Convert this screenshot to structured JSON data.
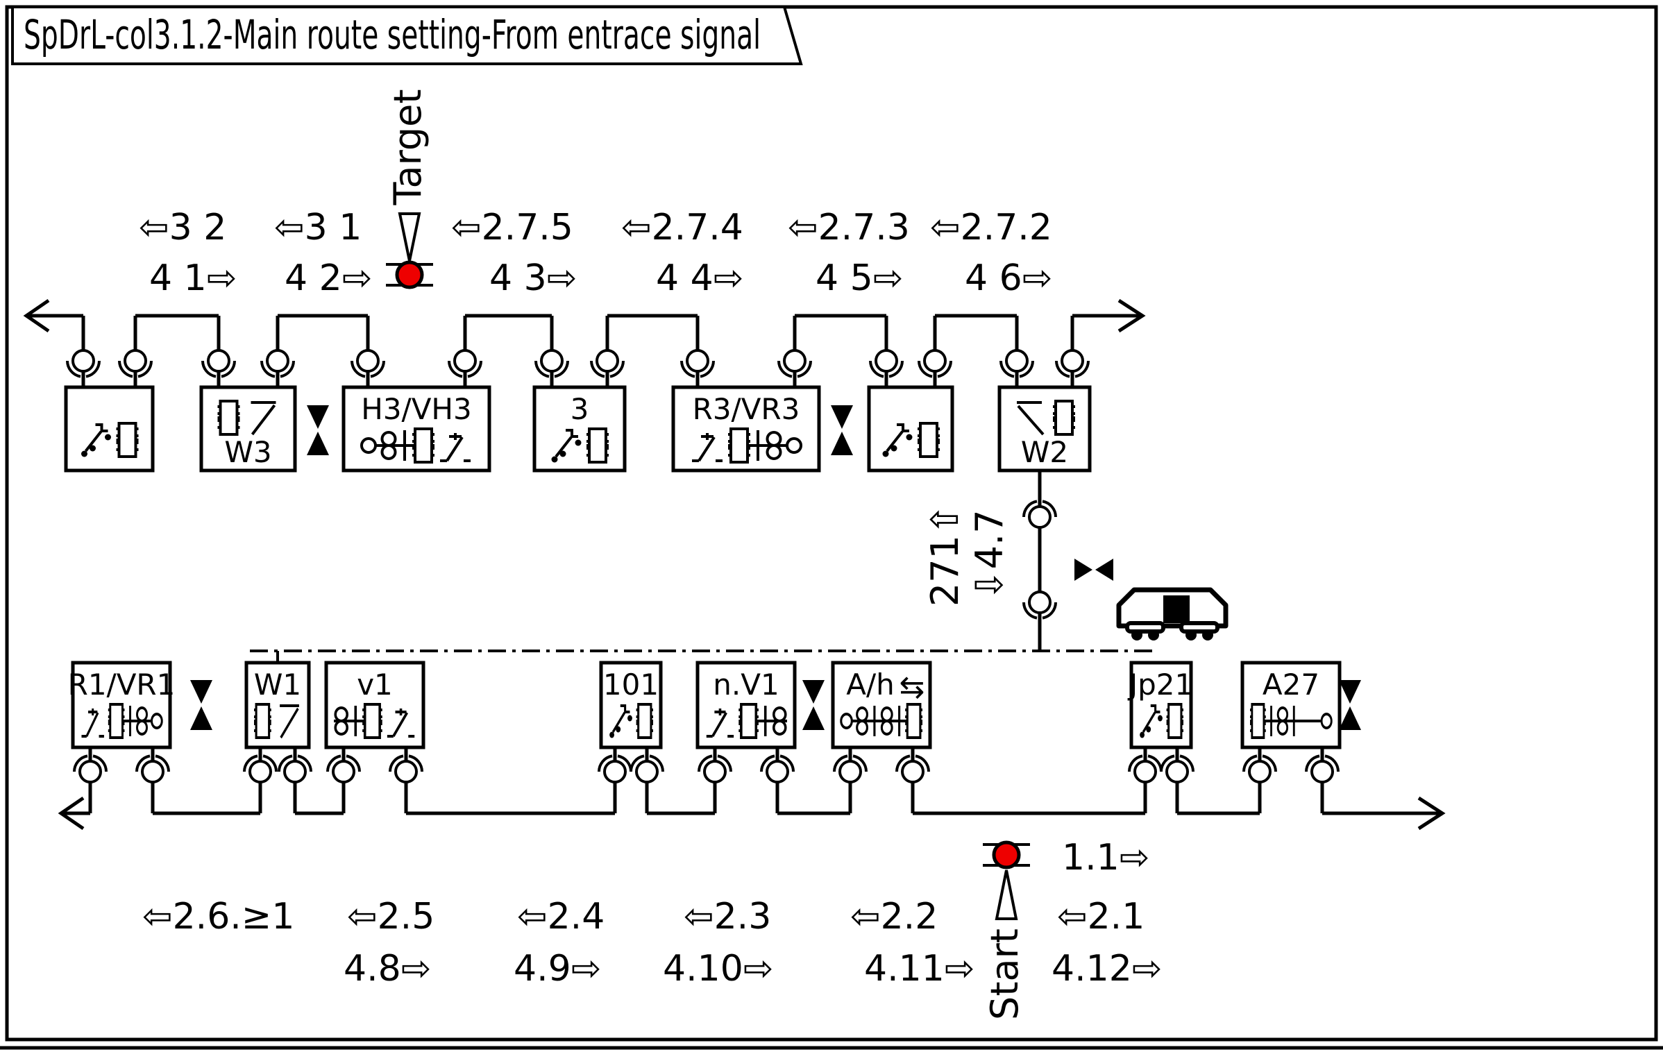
{
  "title": "SpDrL-col3.1.2-Main route setting-From entrace signal",
  "colors": {
    "accent_red": "#ee0000",
    "line": "#000000",
    "background": "#ffffff"
  },
  "icons": {
    "arrow_left": "⇦",
    "arrow_right": "⇨",
    "arrow_up": "⇧",
    "arrow_down": "⇩",
    "exchange": "⇆"
  },
  "markers": {
    "target": "Target",
    "start": "Start"
  },
  "top_row": {
    "boxes": [
      {
        "label": ""
      },
      {
        "label": "W3"
      },
      {
        "label": "H3/VH3"
      },
      {
        "label": "3"
      },
      {
        "label": "R3/VR3"
      },
      {
        "label": ""
      },
      {
        "label": "W2"
      }
    ]
  },
  "bottom_row": {
    "boxes": [
      {
        "label": "R1/VR1"
      },
      {
        "label": "W1"
      },
      {
        "label": "v1"
      },
      {
        "label": "101"
      },
      {
        "label": "n.V1"
      },
      {
        "label": "A/h"
      },
      {
        "label": "Jp21"
      },
      {
        "label": "A27"
      }
    ]
  },
  "route_refs": {
    "top_left": [
      "3 2",
      "3 1",
      "2.7.5",
      "2.7.4",
      "2.7.3",
      "2.7.2"
    ],
    "top_right": [
      "4 1",
      "4 2",
      "4 3",
      "4 4",
      "4 5",
      "4 6"
    ],
    "bottom_left": [
      "2.6.≥1",
      "2.5",
      "2.4",
      "2.3",
      "2.2",
      "2.1"
    ],
    "bottom_right": [
      "4.8",
      "4.9",
      "4.10",
      "4.11",
      "4.12"
    ],
    "start_extra": "1.1",
    "link_up": "271",
    "link_down": "4.7"
  }
}
